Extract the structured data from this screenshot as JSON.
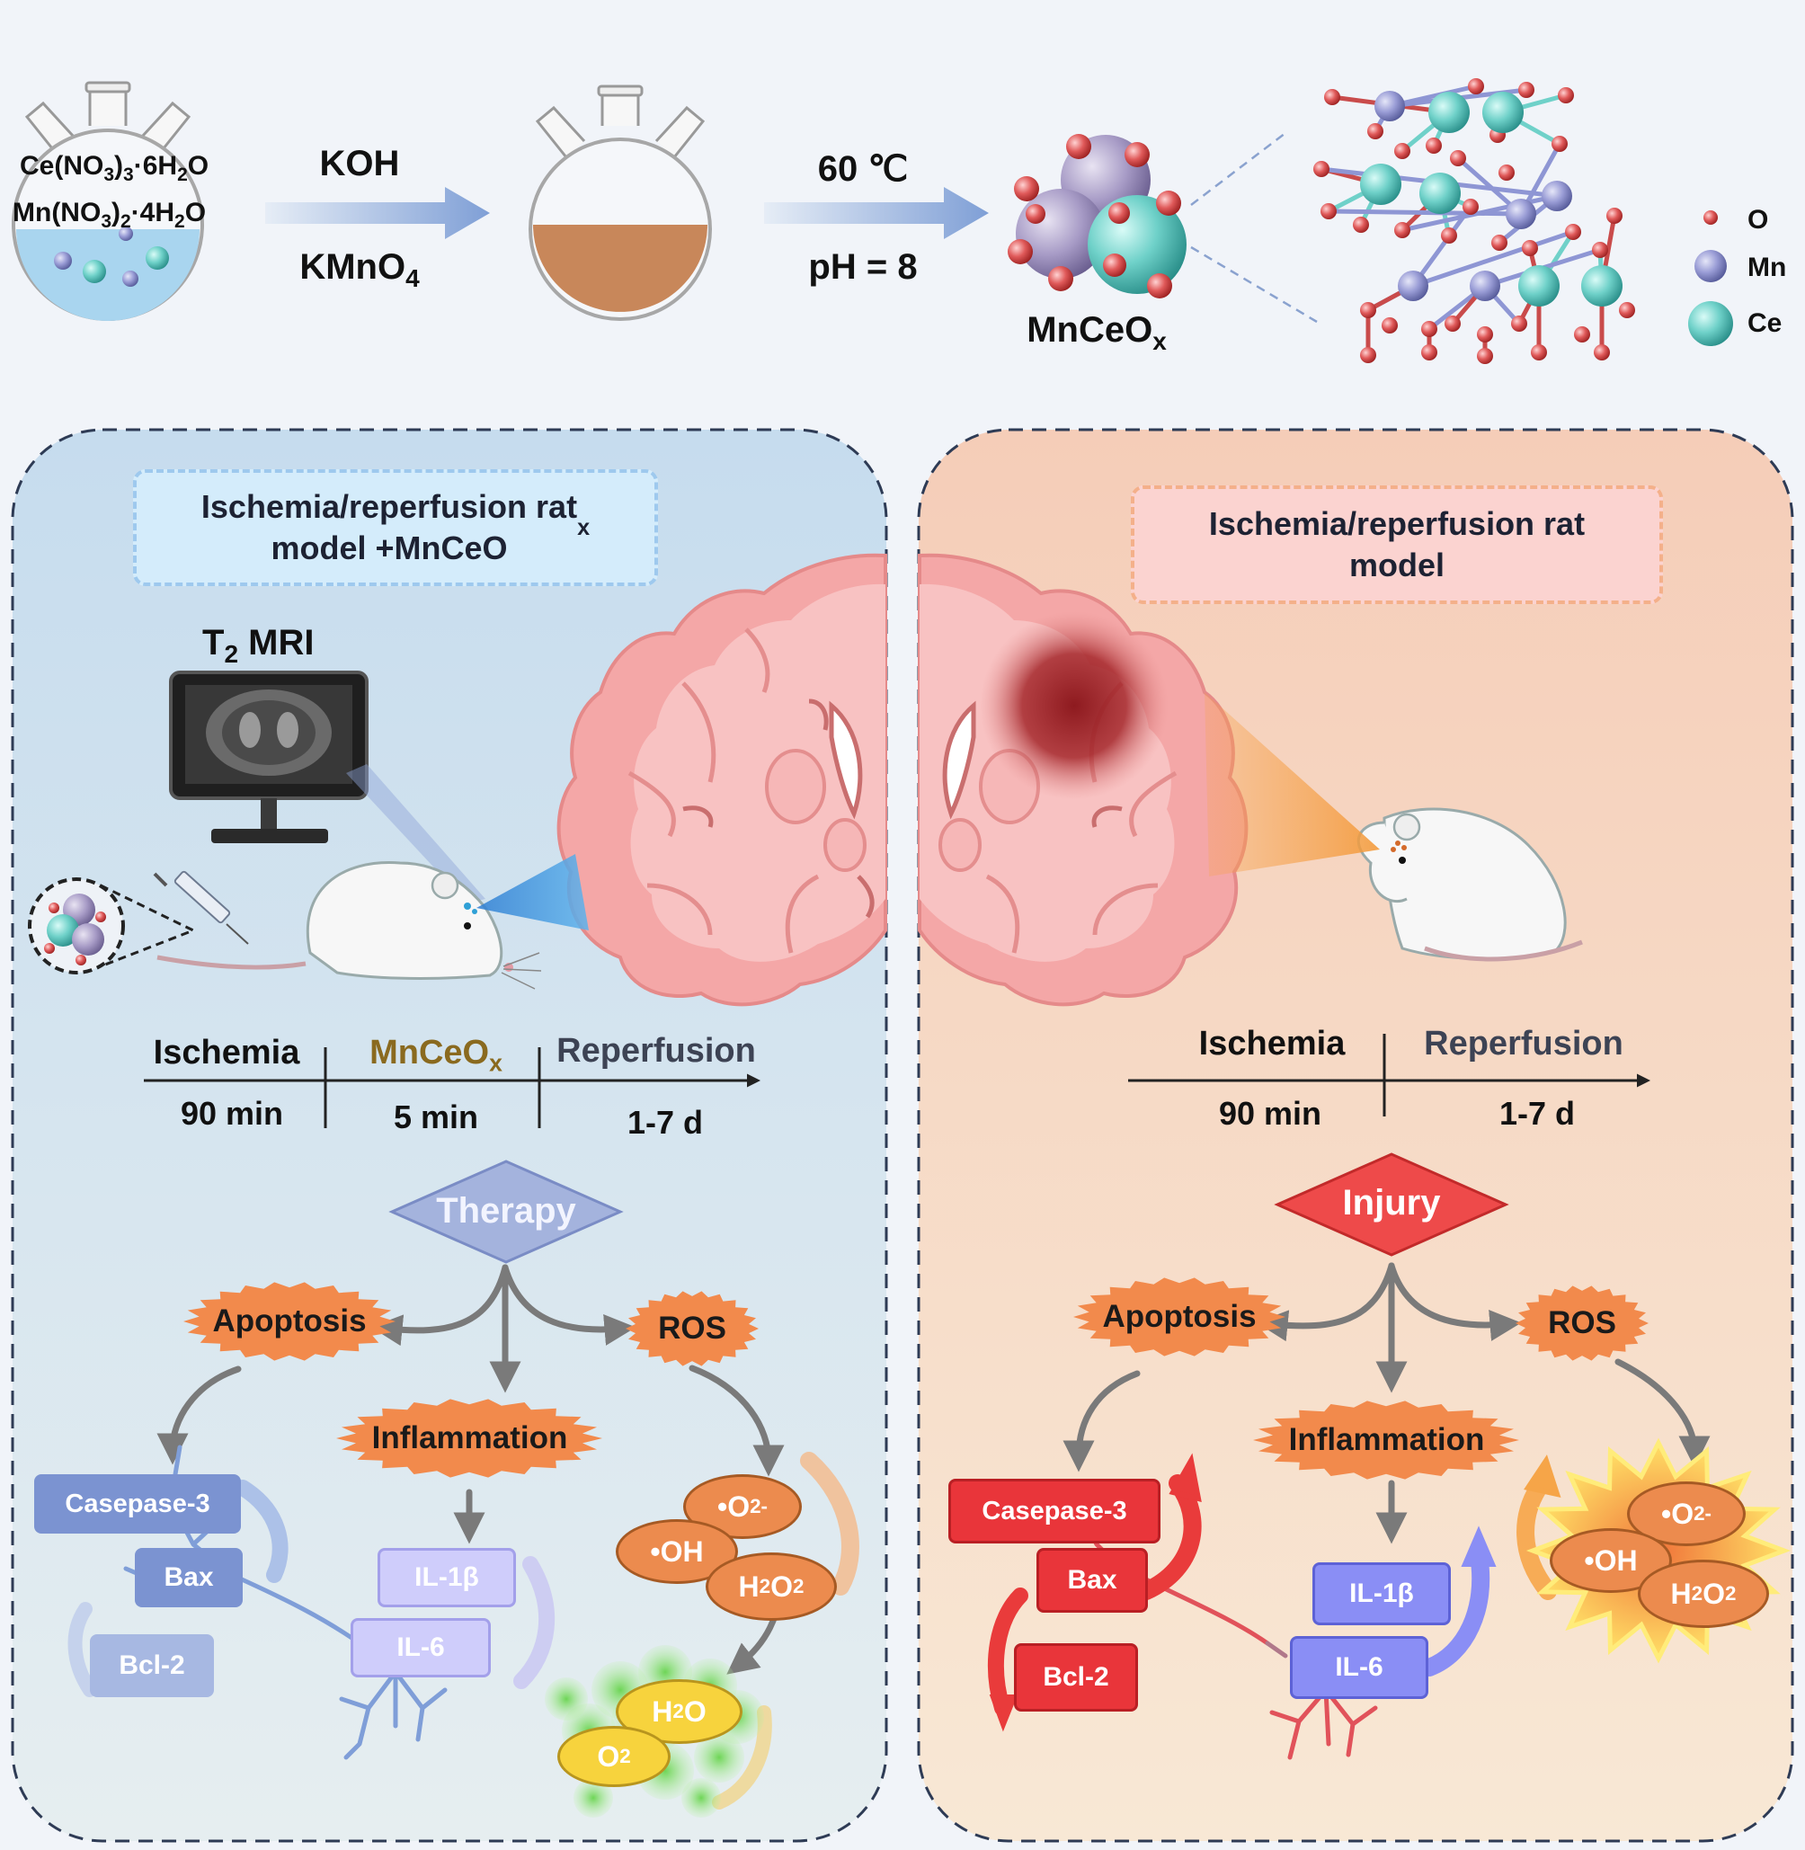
{
  "synthesis": {
    "precursor1": "Ce(NO3)3·6H2O",
    "precursor2": "Mn(NO3)2·4H2O",
    "reagent_top": "KOH",
    "reagent_bottom": "KMnO4",
    "condition_top": "60 ℃",
    "condition_bottom": "pH = 8",
    "product": "MnCeOx",
    "legend": [
      {
        "label": "O",
        "color": "#cc3a3a"
      },
      {
        "label": "Mn",
        "color": "#8e96d4"
      },
      {
        "label": "Ce",
        "color": "#6fd1c9"
      }
    ]
  },
  "left_panel": {
    "title": "Ischemia/reperfusion rat model +MnCeOx",
    "mri_label": "T2 MRI",
    "timeline": {
      "phases": [
        "Ischemia",
        "MnCeOx",
        "Reperfusion"
      ],
      "durations": [
        "90 min",
        "5 min",
        "1-7 d"
      ]
    },
    "center_label": "Therapy",
    "branches": {
      "left": "Apoptosis",
      "middle": "Inflammation",
      "right": "ROS"
    },
    "apoptosis_markers": [
      "Casepase-3",
      "Bax",
      "Bcl-2"
    ],
    "inflammation_markers": [
      "IL-1β",
      "IL-6"
    ],
    "ros_species": [
      "•O2-",
      "•OH",
      "H2O2"
    ],
    "products": [
      "H2O",
      "O2"
    ]
  },
  "right_panel": {
    "title": "Ischemia/reperfusion rat model",
    "timeline": {
      "phases": [
        "Ischemia",
        "Reperfusion"
      ],
      "durations": [
        "90 min",
        "1-7 d"
      ]
    },
    "center_label": "Injury",
    "branches": {
      "left": "Apoptosis",
      "middle": "Inflammation",
      "right": "ROS"
    },
    "apoptosis_markers": [
      "Casepase-3",
      "Bax",
      "Bcl-2"
    ],
    "inflammation_markers": [
      "IL-1β",
      "IL-6"
    ],
    "ros_species": [
      "•O2-",
      "•OH",
      "H2O2"
    ]
  }
}
